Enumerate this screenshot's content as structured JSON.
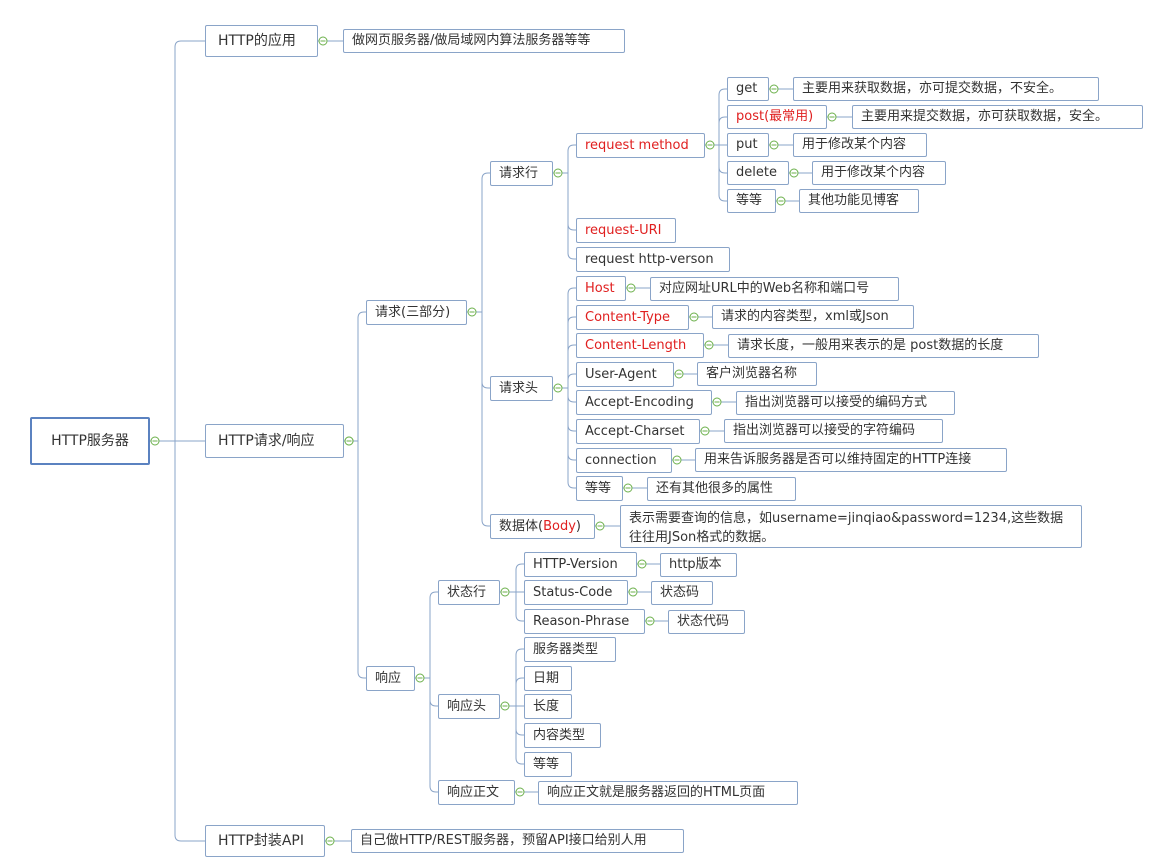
{
  "root": "HTTP服务器",
  "branches": {
    "app": {
      "label": "HTTP的应用",
      "desc": "做网页服务器/做局域网内算法服务器等等"
    },
    "reqres": {
      "label": "HTTP请求/响应"
    },
    "api": {
      "label": "HTTP封装API",
      "desc": "自己做HTTP/REST服务器，预留API接口给别人用"
    }
  },
  "request": {
    "label": "请求(三部分)",
    "line": {
      "label": "请求行",
      "method": {
        "label": "request method",
        "items": [
          {
            "name": "get",
            "desc": "主要用来获取数据，亦可提交数据，不安全。"
          },
          {
            "name": "post(最常用)",
            "desc": "主要用来提交数据，亦可获取数据，安全。"
          },
          {
            "name": "put",
            "desc": "用于修改某个内容"
          },
          {
            "name": "delete",
            "desc": "用于修改某个内容"
          },
          {
            "name": "等等",
            "desc": "其他功能见博客"
          }
        ]
      },
      "uri": "request-URI",
      "version": "request http-verson"
    },
    "header": {
      "label": "请求头",
      "items": [
        {
          "name": "Host",
          "desc": "对应网址URL中的Web名称和端口号"
        },
        {
          "name": "Content-Type",
          "desc": "请求的内容类型，xml或Json"
        },
        {
          "name": "Content-Length",
          "desc": "请求长度，一般用来表示的是 post数据的长度"
        },
        {
          "name": "User-Agent",
          "desc": "客户浏览器名称"
        },
        {
          "name": "Accept-Encoding",
          "desc": "指出浏览器可以接受的编码方式"
        },
        {
          "name": "Accept-Charset",
          "desc": "指出浏览器可以接受的字符编码"
        },
        {
          "name": "connection",
          "desc": "用来告诉服务器是否可以维持固定的HTTP连接"
        },
        {
          "name": "等等",
          "desc": "还有其他很多的属性"
        }
      ]
    },
    "body": {
      "label_prefix": "数据体(",
      "label_hl": "Body",
      "label_suffix": ")",
      "desc": "表示需要查询的信息，如username=jinqiao&password=1234,这些数据往往用JSon格式的数据。"
    }
  },
  "response": {
    "label": "响应",
    "status": {
      "label": "状态行",
      "items": [
        {
          "name": "HTTP-Version",
          "desc": "http版本"
        },
        {
          "name": "Status-Code",
          "desc": "状态码"
        },
        {
          "name": "Reason-Phrase",
          "desc": "状态代码"
        }
      ]
    },
    "header": {
      "label": "响应头",
      "items": [
        "服务器类型",
        "日期",
        "长度",
        "内容类型",
        "等等"
      ]
    },
    "body": {
      "label": "响应正文",
      "desc": "响应正文就是服务器返回的HTML页面"
    }
  },
  "colors": {
    "border": "#8aa4c8",
    "line": "#8aa4c8",
    "highlight": "#e02020",
    "dot_fill": "#ffffff",
    "dot_stroke": "#6bb04a"
  }
}
